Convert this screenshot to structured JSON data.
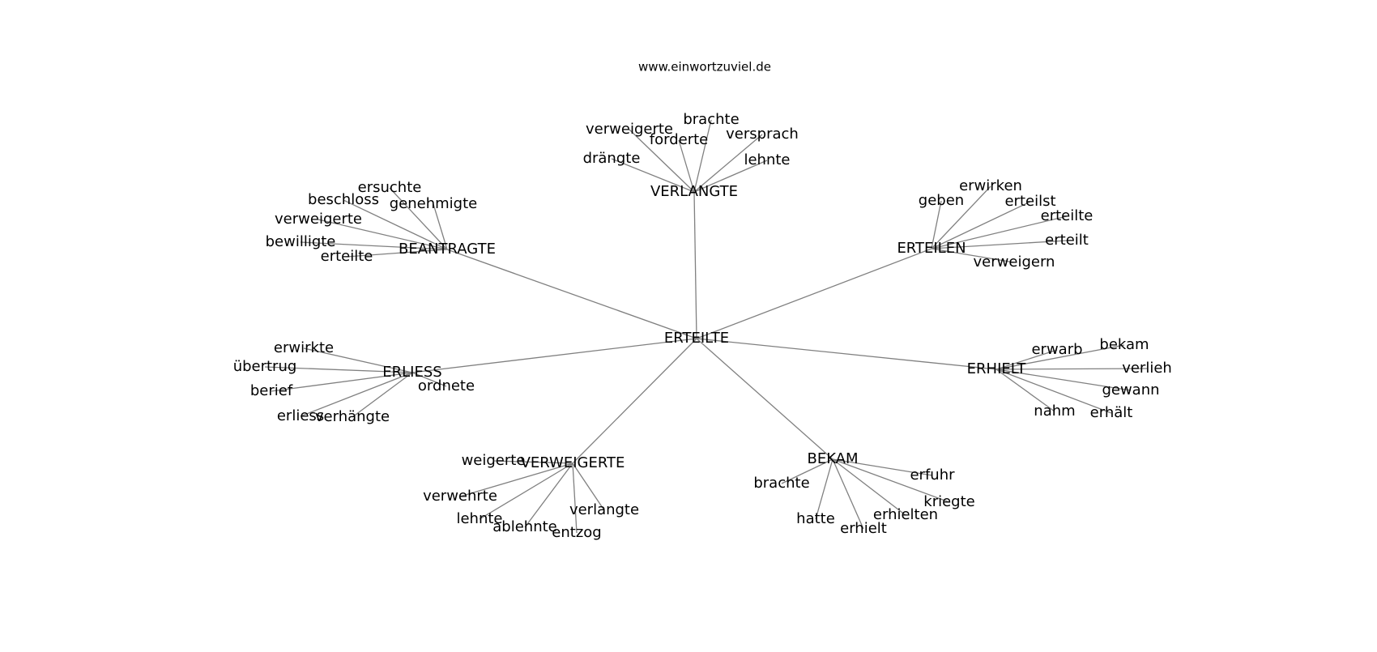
{
  "header": {
    "text": "www.einwortzuviel.de"
  },
  "graph": {
    "center": "ERTEILTE",
    "clusters": [
      {
        "hub": "VERLANGTE",
        "leaves": [
          "verweigerte",
          "brachte",
          "forderte",
          "versprach",
          "drängte",
          "lehnte"
        ]
      },
      {
        "hub": "BEANTRAGTE",
        "leaves": [
          "ersuchte",
          "beschloss",
          "genehmigte",
          "verweigerte",
          "bewilligte",
          "erteilte"
        ]
      },
      {
        "hub": "ERTEILEN",
        "leaves": [
          "erwirken",
          "geben",
          "erteilst",
          "erteilte",
          "erteilt",
          "verweigern"
        ]
      },
      {
        "hub": "ERLIESS",
        "leaves": [
          "erwirkte",
          "übertrug",
          "ordnete",
          "berief",
          "erliess",
          "verhängte"
        ]
      },
      {
        "hub": "ERHIELT",
        "leaves": [
          "erwarb",
          "bekam",
          "verlieh",
          "gewann",
          "nahm",
          "erhält"
        ]
      },
      {
        "hub": "VERWEIGERTE",
        "leaves": [
          "weigerte",
          "verwehrte",
          "lehnte",
          "verlangte",
          "ablehnte",
          "entzog"
        ]
      },
      {
        "hub": "BEKAM",
        "leaves": [
          "erfuhr",
          "brachte",
          "kriegte",
          "erhielten",
          "hatte",
          "erhielt"
        ]
      }
    ]
  }
}
